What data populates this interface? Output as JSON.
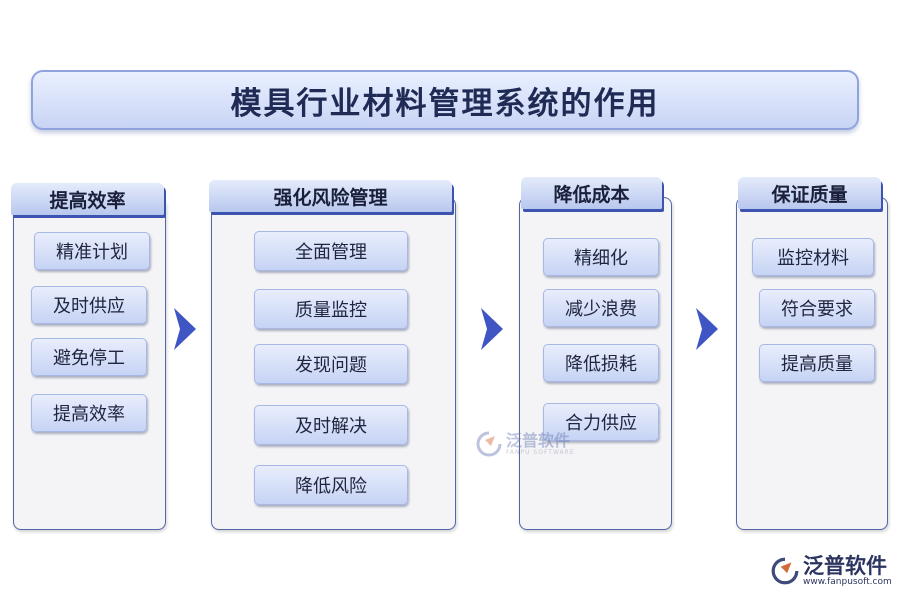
{
  "title": "模具行业材料管理系统的作用",
  "columns": [
    {
      "header": "提高效率",
      "items": [
        "精准计划",
        "及时供应",
        "避免停工",
        "提高效率"
      ]
    },
    {
      "header": "强化风险管理",
      "items": [
        "全面管理",
        "质量监控",
        "发现问题",
        "及时解决",
        "降低风险"
      ]
    },
    {
      "header": "降低成本",
      "items": [
        "精细化",
        "减少浪费",
        "降低损耗",
        "合力供应"
      ]
    },
    {
      "header": "保证质量",
      "items": [
        "监控材料",
        "符合要求",
        "提高质量"
      ]
    }
  ],
  "watermark_center": {
    "name": "泛普软件",
    "tagline": "FANPU SOFTWARE"
  },
  "logo": {
    "name": "泛普软件",
    "url": "www.fanpusoft.com"
  },
  "colors": {
    "accent": "#3d53b0",
    "arrow": "#3f55c4",
    "panel_bg": "#f4f4f6"
  }
}
